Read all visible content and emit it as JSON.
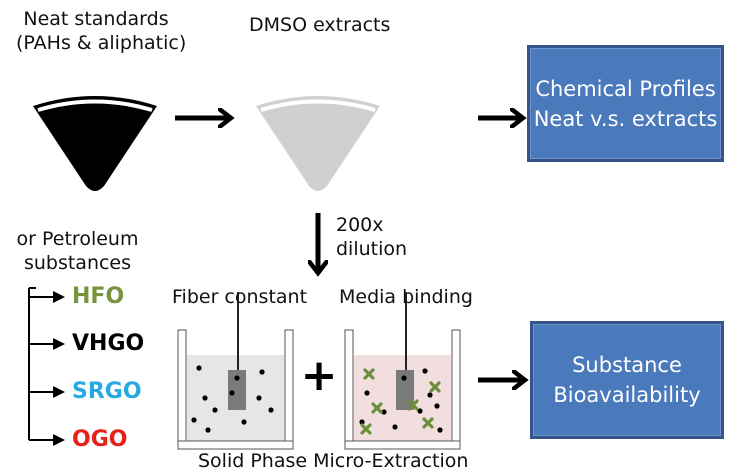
{
  "top_left": {
    "line1": "Neat standards",
    "line2": "(PAHs & aliphatic)"
  },
  "top_middle": {
    "label": "DMSO extracts"
  },
  "box_top": {
    "line1": "Chemical Profiles",
    "line2": "Neat v.s. extracts"
  },
  "dilution": {
    "line1": "200x",
    "line2": "dilution"
  },
  "left_mid": {
    "line1": "or Petroleum",
    "line2": "substances"
  },
  "substances": [
    {
      "name": "HFO",
      "color": "#77933c"
    },
    {
      "name": "VHGO",
      "color": "#000000"
    },
    {
      "name": "SRGO",
      "color": "#29a9e1"
    },
    {
      "name": "OGO",
      "color": "#e8201a"
    }
  ],
  "fiber_label": "Fiber constant",
  "media_label": "Media binding",
  "plus_sign": "+",
  "box_bottom": {
    "line1": "Substance",
    "line2": "Bioavailability"
  },
  "spme_label": "Solid Phase Micro-Extraction",
  "colors": {
    "box_fill": "#4a79bc",
    "box_border": "#35558a",
    "cone_dark": "#000000",
    "cone_light": "#d0d0d0",
    "vial1_fill": "#e6e6e6",
    "vial2_fill": "#f2dede",
    "fiber_gray": "#777777",
    "cross_green": "#6b8e3a"
  }
}
